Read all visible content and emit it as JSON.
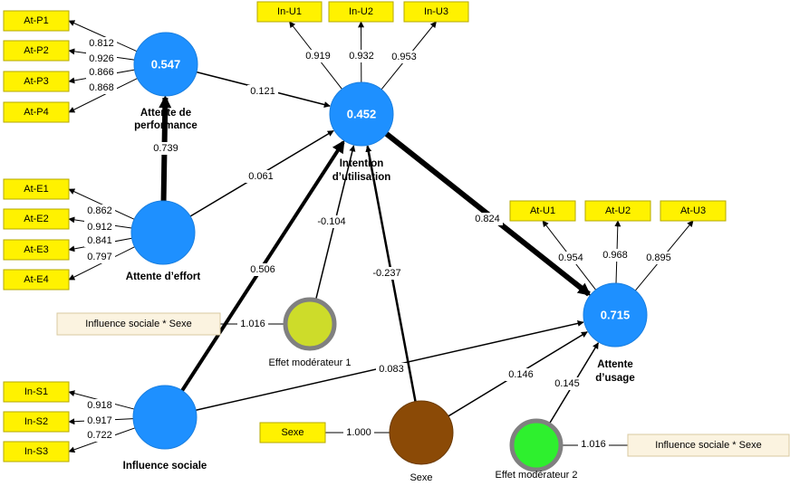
{
  "constructs": {
    "atp": {
      "value": "0.547",
      "label": [
        "Attente de",
        "performance"
      ],
      "color": "#1e90ff"
    },
    "iu": {
      "value": "0.452",
      "label": [
        "Intention",
        "d’utilisation"
      ],
      "color": "#1e90ff"
    },
    "ate": {
      "value": "",
      "label": [
        "Attente d’effort"
      ],
      "color": "#1e90ff"
    },
    "au": {
      "value": "0.715",
      "label": [
        "Attente",
        "d’usage"
      ],
      "color": "#1e90ff"
    },
    "is": {
      "value": "",
      "label": [
        "Influence sociale"
      ],
      "color": "#1e90ff"
    },
    "em1": {
      "value": "",
      "label": [
        "Effet modérateur 1"
      ],
      "color": "#cddc2a"
    },
    "sexe": {
      "value": "",
      "label": [
        "Sexe"
      ],
      "color": "#8b4a06"
    },
    "em2": {
      "value": "",
      "label": [
        "Effet modérateur 2"
      ],
      "color": "#2ef02e"
    }
  },
  "indicators": {
    "atp": [
      {
        "label": "At-P1",
        "loading": "0.812"
      },
      {
        "label": "At-P2",
        "loading": "0.926"
      },
      {
        "label": "At-P3",
        "loading": "0.866"
      },
      {
        "label": "At-P4",
        "loading": "0.868"
      }
    ],
    "ate": [
      {
        "label": "At-E1",
        "loading": "0.862"
      },
      {
        "label": "At-E2",
        "loading": "0.912"
      },
      {
        "label": "At-E3",
        "loading": "0.841"
      },
      {
        "label": "At-E4",
        "loading": "0.797"
      }
    ],
    "is": [
      {
        "label": "In-S1",
        "loading": "0.918"
      },
      {
        "label": "In-S2",
        "loading": "0.917"
      },
      {
        "label": "In-S3",
        "loading": "0.722"
      }
    ],
    "iu": [
      {
        "label": "In-U1",
        "loading": "0.919"
      },
      {
        "label": "In-U2",
        "loading": "0.932"
      },
      {
        "label": "In-U3",
        "loading": "0.953"
      }
    ],
    "au": [
      {
        "label": "At-U1",
        "loading": "0.954"
      },
      {
        "label": "At-U2",
        "loading": "0.968"
      },
      {
        "label": "At-U3",
        "loading": "0.895"
      }
    ],
    "sexe": [
      {
        "label": "Sexe",
        "loading": "1.000"
      }
    ],
    "em1": [
      {
        "label": "Influence sociale * Sexe",
        "loading": "1.016"
      }
    ],
    "em2": [
      {
        "label": "Influence sociale * Sexe",
        "loading": "1.016"
      }
    ]
  },
  "paths": [
    {
      "from": "atp",
      "to": "iu",
      "coef": "0.121"
    },
    {
      "from": "ate",
      "to": "atp",
      "coef": "0.739"
    },
    {
      "from": "ate",
      "to": "iu",
      "coef": "0.061"
    },
    {
      "from": "is",
      "to": "iu",
      "coef": "0.506"
    },
    {
      "from": "em1",
      "to": "iu",
      "coef": "-0.104"
    },
    {
      "from": "sexe",
      "to": "iu",
      "coef": "-0.237"
    },
    {
      "from": "iu",
      "to": "au",
      "coef": "0.824"
    },
    {
      "from": "is",
      "to": "au",
      "coef": "0.083"
    },
    {
      "from": "sexe",
      "to": "au",
      "coef": "0.146"
    },
    {
      "from": "em2",
      "to": "au",
      "coef": "0.145"
    }
  ]
}
